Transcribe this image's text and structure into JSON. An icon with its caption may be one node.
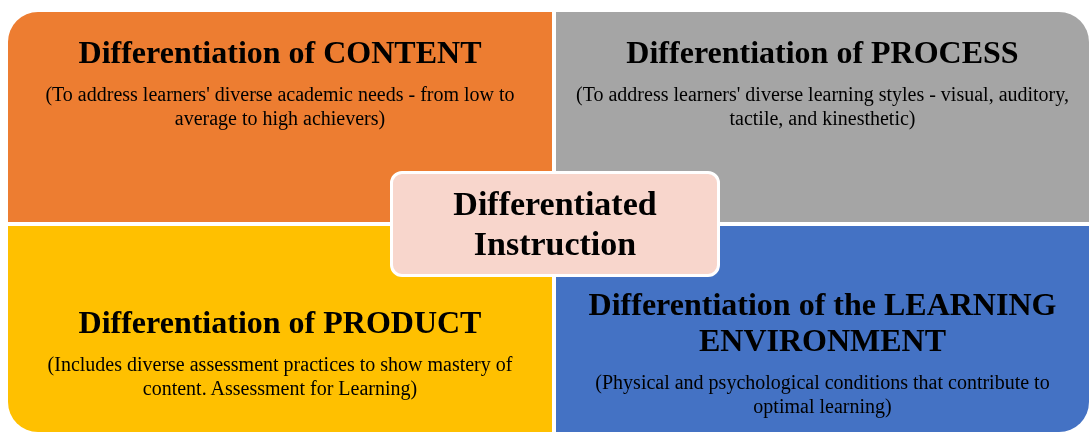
{
  "diagram": {
    "nodes": [
      {
        "text": [
          "Differentiation of CONTENT",
          "(To address learners' diverse academic needs - from low to average to high achievers)"
        ]
      },
      {
        "text": [
          "Differentiation of PROCESS",
          "(To address learners' diverse learning styles - visual, auditory, tactile, and kinesthetic)"
        ]
      },
      {
        "text": [
          "Differentiated Instruction"
        ]
      },
      {
        "text": [
          "Differentiation of PRODUCT",
          "(Includes diverse assessment practices to show mastery of content. Assessment for Learning)"
        ]
      },
      {
        "text": [
          "Differentiation of the LEARNING ENVIRONMENT",
          "(Physical and psychological conditions that contribute to optimal learning)"
        ]
      }
    ]
  }
}
